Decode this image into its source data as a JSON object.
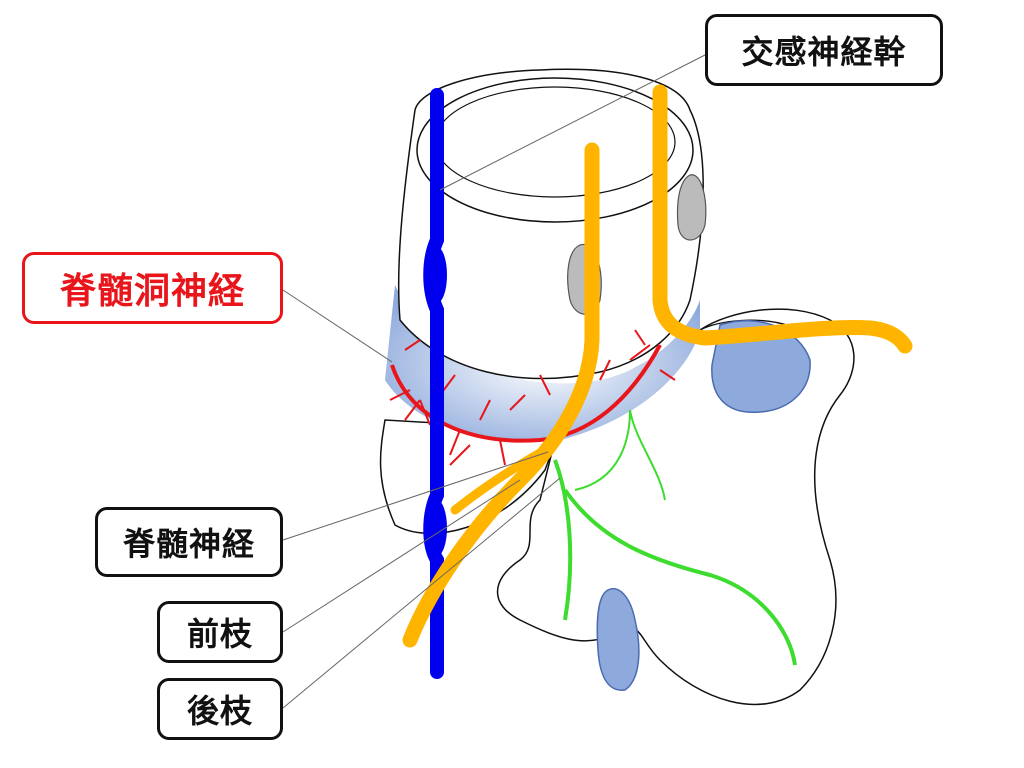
{
  "labels": {
    "sympathetic_trunk": "交感神経幹",
    "sinuvertebral_nerve": "脊髄洞神経",
    "spinal_nerve": "脊髄神経",
    "anterior_ramus": "前枝",
    "posterior_ramus": "後枝"
  },
  "colors": {
    "sympathetic_trunk": "#0000ee",
    "spinal_nerve": "#ffb400",
    "sinuvertebral_nerve": "#e8151b",
    "posterior_ramus": "#3ddc2f",
    "disc": "#8eaadc"
  }
}
